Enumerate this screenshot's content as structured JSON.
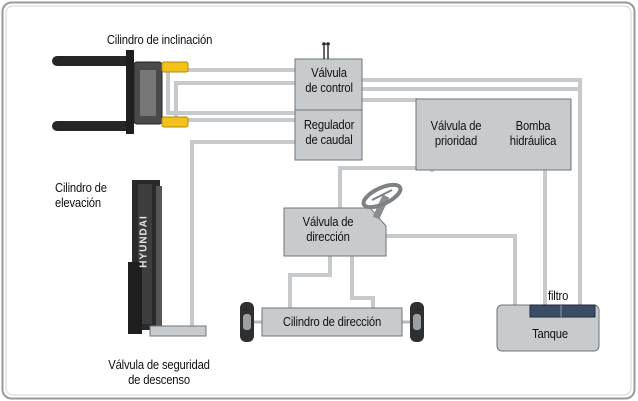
{
  "diagram": {
    "labels": {
      "tilt_cylinder": "Cilindro de inclinación",
      "control_valve_line1": "Válvula",
      "control_valve_line2": "de control",
      "flow_regulator_line1": "Regulador",
      "flow_regulator_line2": "de caudal",
      "priority_valve_line1": "Válvula de",
      "priority_valve_line2": "prioridad",
      "hydraulic_pump_line1": "Bomba",
      "hydraulic_pump_line2": "hidráulica",
      "lift_cylinder_line1": "Cilindro de",
      "lift_cylinder_line2": "elevación",
      "steering_valve_line1": "Válvula de",
      "steering_valve_line2": "dirección",
      "steering_cylinder": "Cilindro de dirección",
      "filter": "filtro",
      "tank": "Tanque",
      "lowering_safety_valve_line1": "Válvula de seguridad",
      "lowering_safety_valve_line2": "de descenso",
      "mast_brand": "HYUNDAI"
    },
    "colors": {
      "frame_border": "#9a9a9a",
      "component_fill": "#c8cbcd",
      "component_stroke": "#6f7477",
      "pipe": "#c7cacc",
      "cylinder_yellow": "#f2c21b",
      "filter_fill": "#3a4c66",
      "mast_dark": "#2a2a2a"
    }
  }
}
